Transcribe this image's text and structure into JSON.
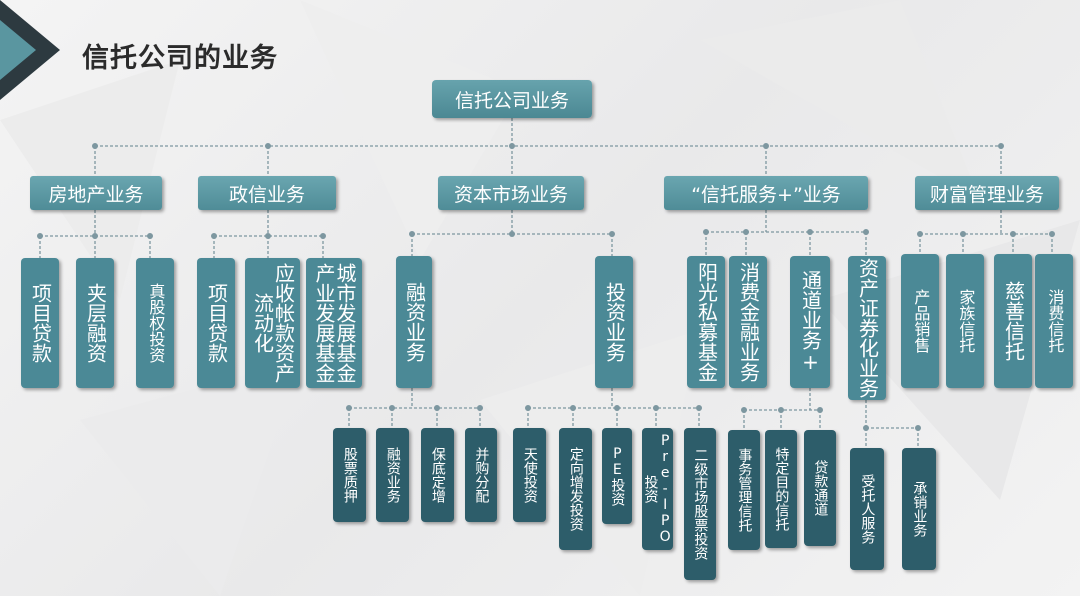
{
  "title": "信托公司的业务",
  "root": "信托公司业务",
  "categories": {
    "real_estate": "房地产业务",
    "government": "政信业务",
    "capital_market": "资本市场业务",
    "trust_service": "“信托服务+”业务",
    "wealth": "财富管理业务"
  },
  "real_estate": [
    "项目贷款",
    "夹层融资",
    "真股权投资"
  ],
  "government": [
    "项目贷款",
    "应收帐款资产流动化",
    "城市发展基金产业发展基金"
  ],
  "capital_market": {
    "financing": "融资业务",
    "investment": "投资业务",
    "financing_items": [
      "股票质押",
      "融资业务",
      "保底定增",
      "并购分配"
    ],
    "investment_items": [
      "天使投资",
      "定向增发投资",
      "PE投资",
      "Pre-IPO投资",
      "二级市场股票投资"
    ]
  },
  "trust_service": {
    "items": [
      "阳光私募基金",
      "消费金融业务",
      "通道业务+",
      "资产证券化业务"
    ],
    "channel_items": [
      "事务管理信托",
      "特定目的信托",
      "贷款通道"
    ],
    "abs_items": [
      "受托人服务",
      "承销业务"
    ]
  },
  "wealth": [
    "产品销售",
    "家族信托",
    "慈善信托",
    "消费信托"
  ]
}
